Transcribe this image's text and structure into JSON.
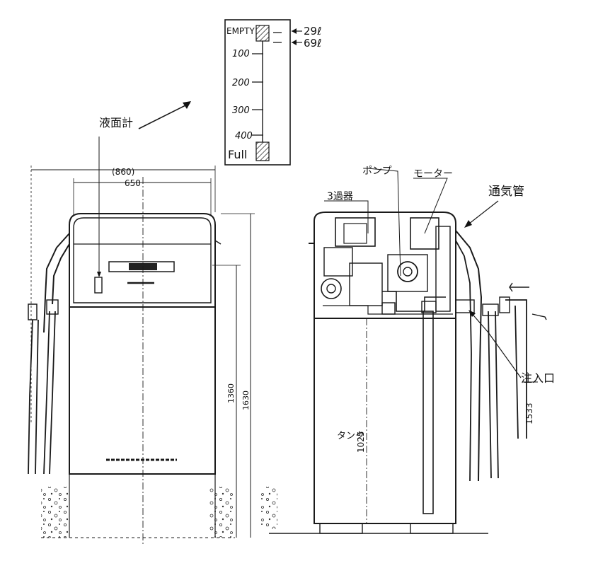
{
  "gauge": {
    "labels": [
      "EMPTY",
      "100",
      "200",
      "300",
      "400",
      "Full"
    ],
    "marker_upper": "29ℓ",
    "marker_lower": "69ℓ"
  },
  "front_view": {
    "dim_outer": "(860)",
    "dim_inner": "650",
    "dim_height_1": "1360",
    "dim_height_2": "1630",
    "level_meter_label": "液面計"
  },
  "side_view": {
    "pump_label": "ポンプ",
    "motor_label": "モーター",
    "filter_label": "3過器",
    "vent_pipe_label": "通気管",
    "inlet_label": "注入口",
    "tank_label": "タンク",
    "dim_tank": "1025",
    "dim_pipe": "1533"
  }
}
